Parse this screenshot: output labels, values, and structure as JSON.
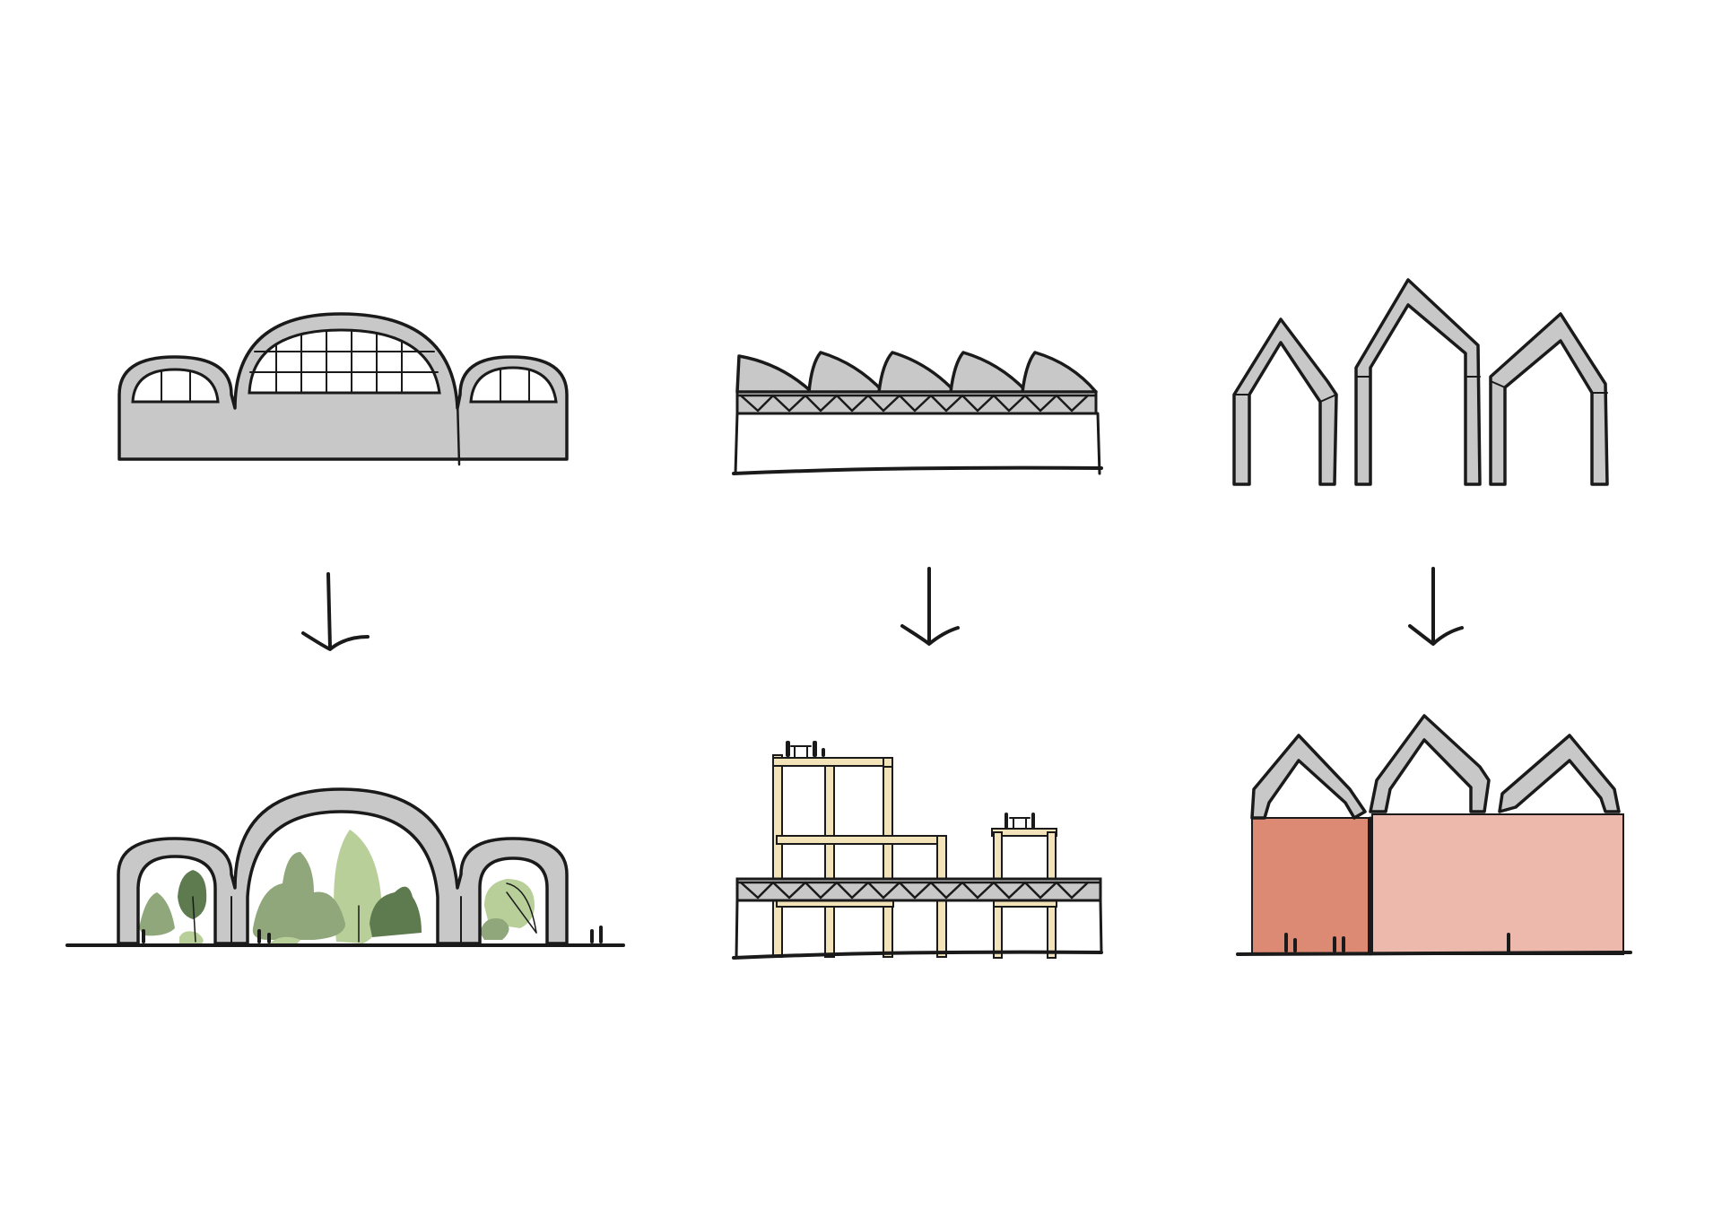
{
  "diagram": {
    "columns": [
      {
        "existing": "arched-vault-hall",
        "transformed": "arched-hall-with-trees"
      },
      {
        "existing": "sawtooth-roof-shed",
        "transformed": "truss-with-timber-frames"
      },
      {
        "existing": "gabled-portal-frames",
        "transformed": "gabled-frames-on-volumes"
      }
    ]
  },
  "colors": {
    "concrete": "#c8c8c8",
    "ink": "#1a1a1a",
    "timber": "#f3e3b8",
    "tree_light": "#b8cf9a",
    "tree_mid": "#8fa77a",
    "tree_dark": "#5e7a4f",
    "volume_dark": "#dc8a74",
    "volume_light": "#ecb9ac"
  },
  "icons": [
    "down-arrow-icon",
    "people-figures-icon"
  ]
}
